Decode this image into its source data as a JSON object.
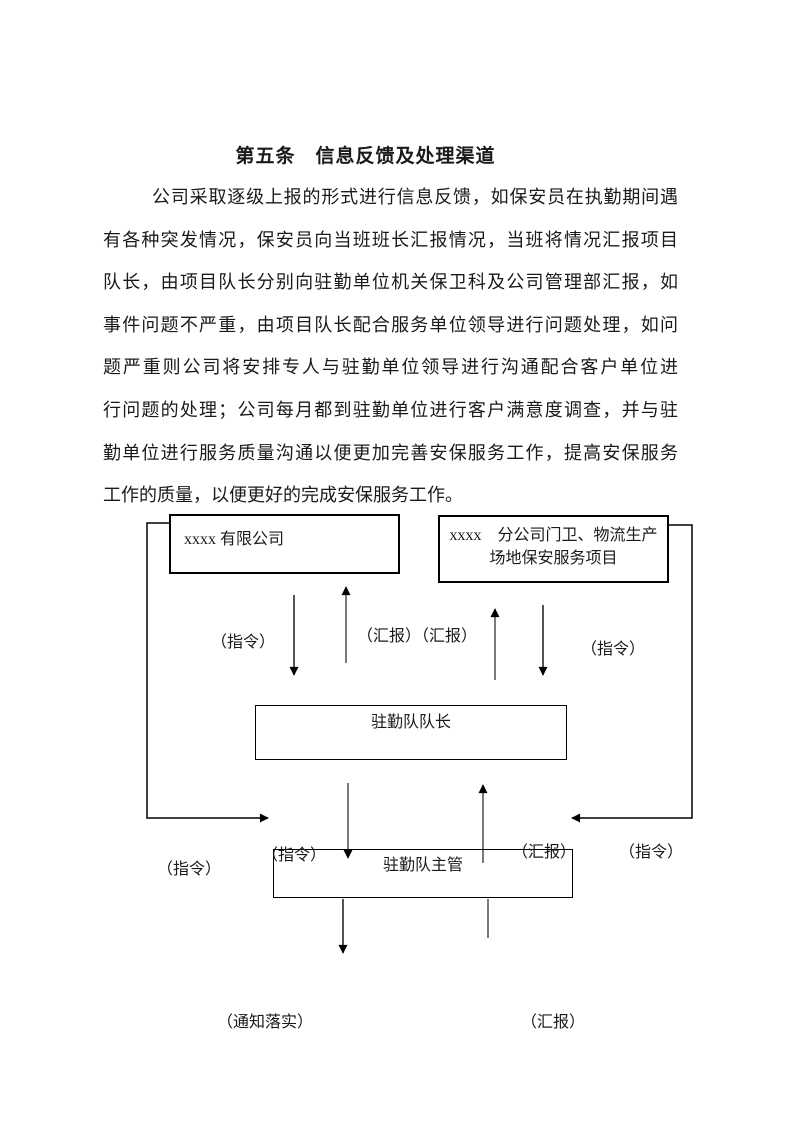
{
  "document": {
    "title": "第五条　信息反馈及处理渠道",
    "paragraph_lines": [
      "公司采取逐级上报的形式进行信息反馈，如保安员在执勤期间遇",
      "有各种突发情况，保安员向当班班长汇报情况，当班将情况汇报项目",
      "队长，由项目队长分别向驻勤单位机关保卫科及公司管理部汇报，如",
      "事件问题不严重，由项目队长配合服务单位领导进行问题处理，如问",
      "题严重则公司将安排专人与驻勤单位领导进行沟通配合客户单位进",
      "行问题的处理；公司每月都到驻勤单位进行客户满意度调查，并与驻",
      "勤单位进行服务质量沟通以便更加完善安保服务工作，提高安保服务",
      "工作的质量，以便更好的完成安保服务工作。"
    ]
  },
  "diagram": {
    "boxes": {
      "company": {
        "label": "xxxx 有限公司"
      },
      "project": {
        "line1": "xxxx　分公司门卫、物流生产",
        "line2": "场地保安服务项目"
      },
      "captain": {
        "label": "驻勤队队长"
      },
      "supervisor": {
        "label": "驻勤队主管"
      }
    },
    "labels": {
      "cmd_left_mid": "（指令）",
      "report_double": "（汇报）（汇报）",
      "cmd_right_mid": "（指令）",
      "cmd_far_left": "（指令）",
      "cmd_box_left": "（指令）",
      "report_box_right": "（汇报）",
      "cmd_right_low": "（指令）",
      "notify_bottom": "（通知落实）",
      "report_bottom": "（汇报）"
    }
  },
  "colors": {
    "ink": "#1a1a1a",
    "line_black": "#000000",
    "line_gray": "#4d4d4d"
  }
}
